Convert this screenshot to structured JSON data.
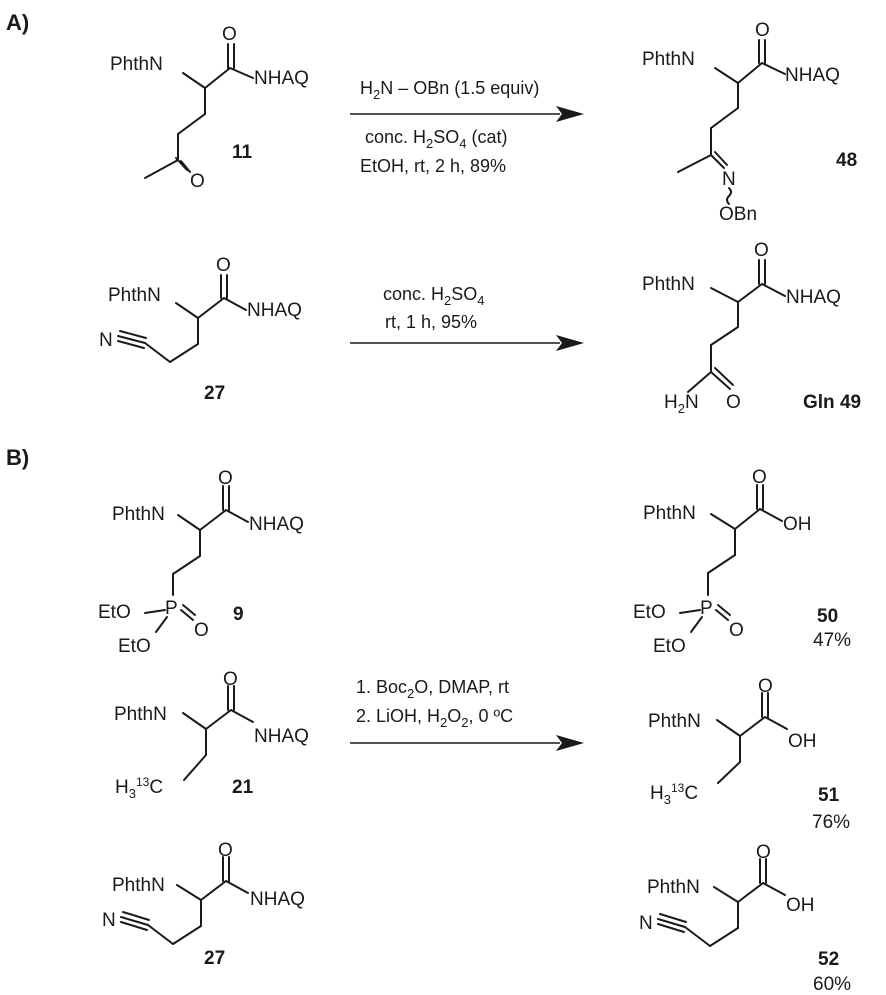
{
  "sections": {
    "a": "A)",
    "b": "B)"
  },
  "reactionA1": {
    "sm_number": "11",
    "product_number": "48",
    "conditions": {
      "line1_reagent_left": "H",
      "line1_sub": "2",
      "line1_reagent_right": "N – OBn (1.5 equiv)",
      "line2_prefix": "conc. H",
      "line2_sub1": "2",
      "line2_mid": "SO",
      "line2_sub2": "4",
      "line2_suffix": " (cat)",
      "line3": "EtOH, rt, 2 h, 89%"
    }
  },
  "reactionA2": {
    "sm_number": "27",
    "product_number": "Gln 49",
    "conditions": {
      "line1_prefix": "conc. H",
      "line1_sub1": "2",
      "line1_mid": "SO",
      "line1_sub2": "4",
      "line2": "rt, 1 h, 95%"
    }
  },
  "reactionB": {
    "conditions": {
      "line1_prefix": "1. Boc",
      "line1_sub": "2",
      "line1_suffix": "O, DMAP, rt",
      "line2_prefix": "2. LiOH, H",
      "line2_sub1": "2",
      "line2_mid": "O",
      "line2_sub2": "2",
      "line2_suffix": ", 0 ºC"
    },
    "rows": [
      {
        "sm_number": "9",
        "product_number": "50",
        "yield": "47%"
      },
      {
        "sm_number": "21",
        "product_number": "51",
        "yield": "76%"
      },
      {
        "sm_number": "27",
        "product_number": "52",
        "yield": "60%"
      }
    ]
  },
  "atoms": {
    "phthn": "PhthN",
    "nhaq": "NHAQ",
    "o": "O",
    "oh": "OH",
    "n": "N",
    "obn": "OBn",
    "p": "P",
    "eto": "EtO",
    "h2n_h": "H",
    "h2n_sub": "2",
    "h2n_n": "N",
    "h3c_h": "H",
    "h3c_sub": "3",
    "h3c_sup": "13",
    "h3c_c": "C"
  }
}
